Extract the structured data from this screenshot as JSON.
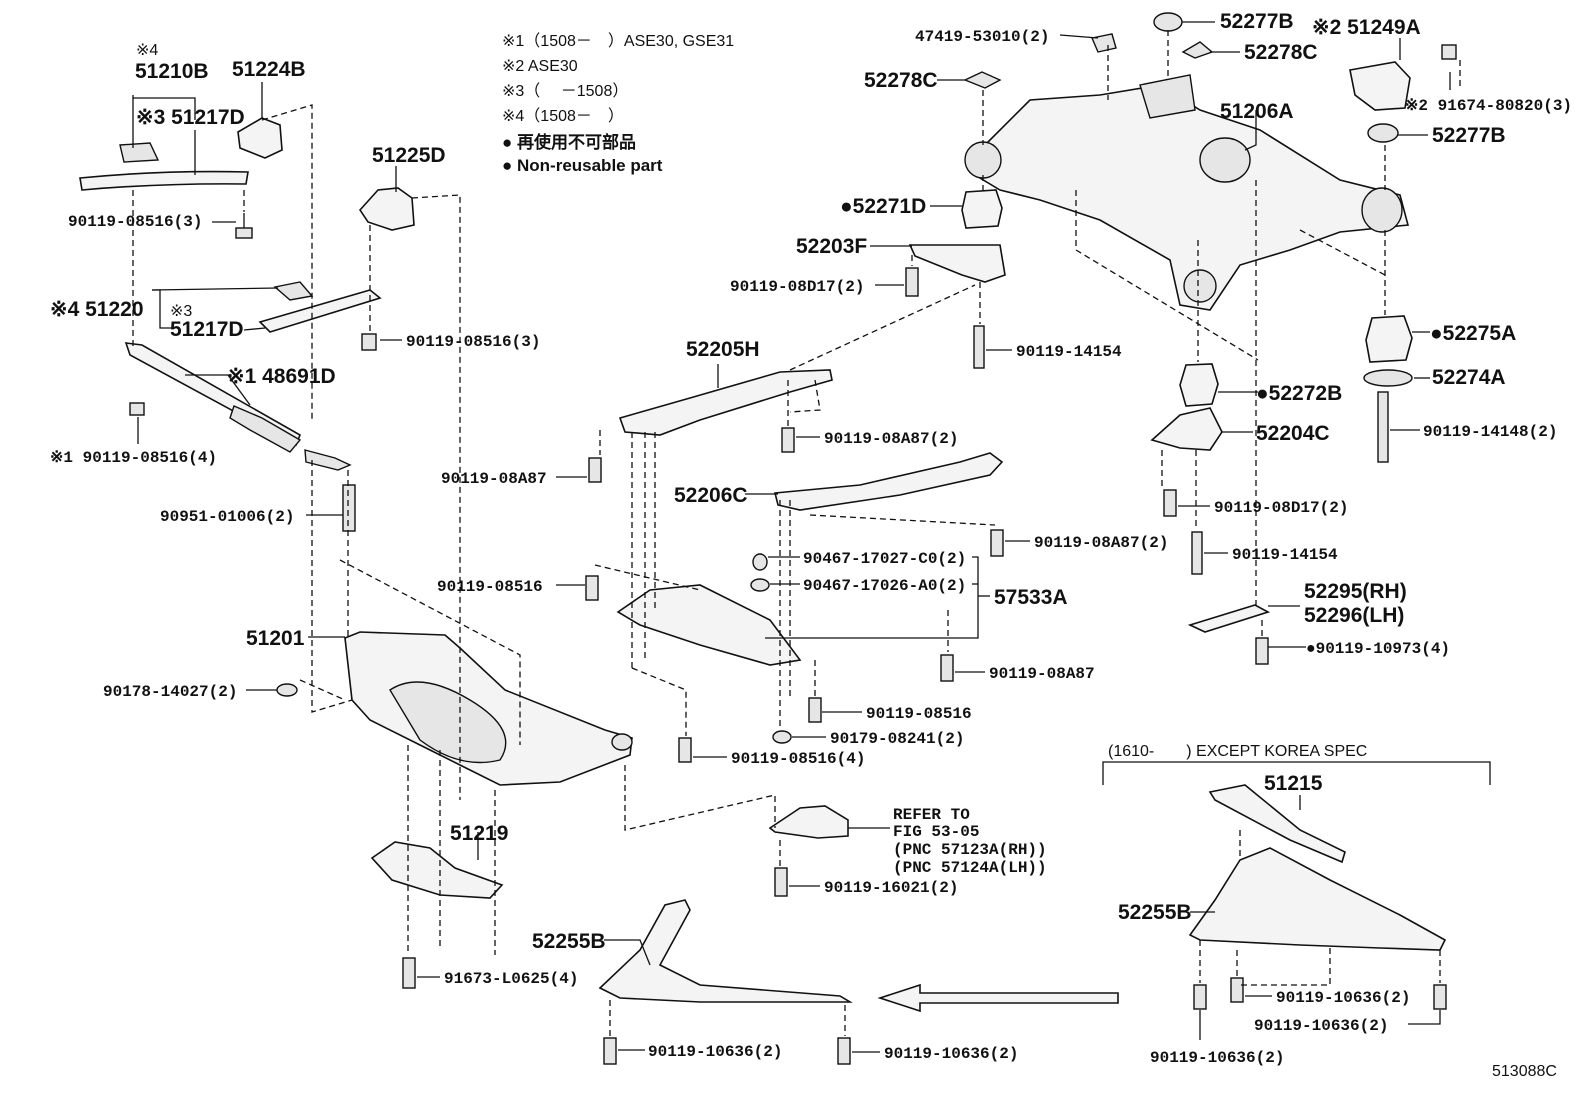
{
  "notes": {
    "n1": "※1（1508－　）ASE30, GSE31",
    "n2": "※2  ASE30",
    "n3": "※3（　 －1508）",
    "n4": "※4（1508－　）",
    "n5": "● 再使用不可部品",
    "n6": "● Non-reusable part"
  },
  "variant_label": "(1610-　　) EXCEPT KOREA SPEC",
  "refer": {
    "l1": "REFER TO",
    "l2": "FIG 53-05",
    "l3": "(PNC 57123A(RH))",
    "l4": "(PNC 57124A(LH))"
  },
  "figure_id": "513088C",
  "labels": {
    "p51210B_mark": "※4",
    "p51210B": "51210B",
    "p51224B": "51224B",
    "p51217D_a": "※3 51217D",
    "b08516_3a": "90119-08516(3)",
    "p51225D": "51225D",
    "p51220": "※4 51220",
    "p51217D_b_mark": "※3",
    "p51217D_b": "51217D",
    "b08516_3b": "90119-08516(3)",
    "p48691D": "※1 48691D",
    "b08516_4a": "※1 90119-08516(4)",
    "b90951": "90951-01006(2)",
    "p51201": "51201",
    "b90178": "90178-14027(2)",
    "p51219": "51219",
    "b91673": "91673-L0625(4)",
    "p52255B_main": "52255B",
    "b10636_a": "90119-10636(2)",
    "b10636_b": "90119-10636(2)",
    "p52205H": "52205H",
    "b08A87_a": "90119-08A87(2)",
    "b08A87_b": "90119-08A87",
    "p52206C": "52206C",
    "b08A87_c": "90119-08A87(2)",
    "b90467a": "90467-17027-C0(2)",
    "b90467b": "90467-17026-A0(2)",
    "p57533A": "57533A",
    "b08516_c": "90119-08516",
    "b08A87_d": "90119-08A87",
    "b08516_d": "90119-08516",
    "b90179": "90179-08241(2)",
    "b08516_4b": "90119-08516(4)",
    "b16021": "90119-16021(2)",
    "b47419": "47419-53010(2)",
    "p52277B_top": "52277B",
    "p52278C_top": "52278C",
    "p51249A": "※2 51249A",
    "b91674": "※2 91674-80820(3)",
    "p52278C": "52278C",
    "p51206A": "51206A",
    "p52277B_r": "52277B",
    "p52271D": "●52271D",
    "p52203F": "52203F",
    "b08D17_a": "90119-08D17(2)",
    "b14154_a": "90119-14154",
    "p52275A": "●52275A",
    "p52274A": "52274A",
    "p52272B": "●52272B",
    "p52204C": "52204C",
    "b14148": "90119-14148(2)",
    "b08D17_b": "90119-08D17(2)",
    "b14154_b": "90119-14154",
    "p52295": "52295(RH)",
    "p52296": "52296(LH)",
    "b10973": "●90119-10973(4)",
    "p51215": "51215",
    "p52255B_var": "52255B",
    "b10636_c": "90119-10636(2)",
    "b10636_d": "90119-10636(2)",
    "b10636_e": "90119-10636(2)"
  }
}
